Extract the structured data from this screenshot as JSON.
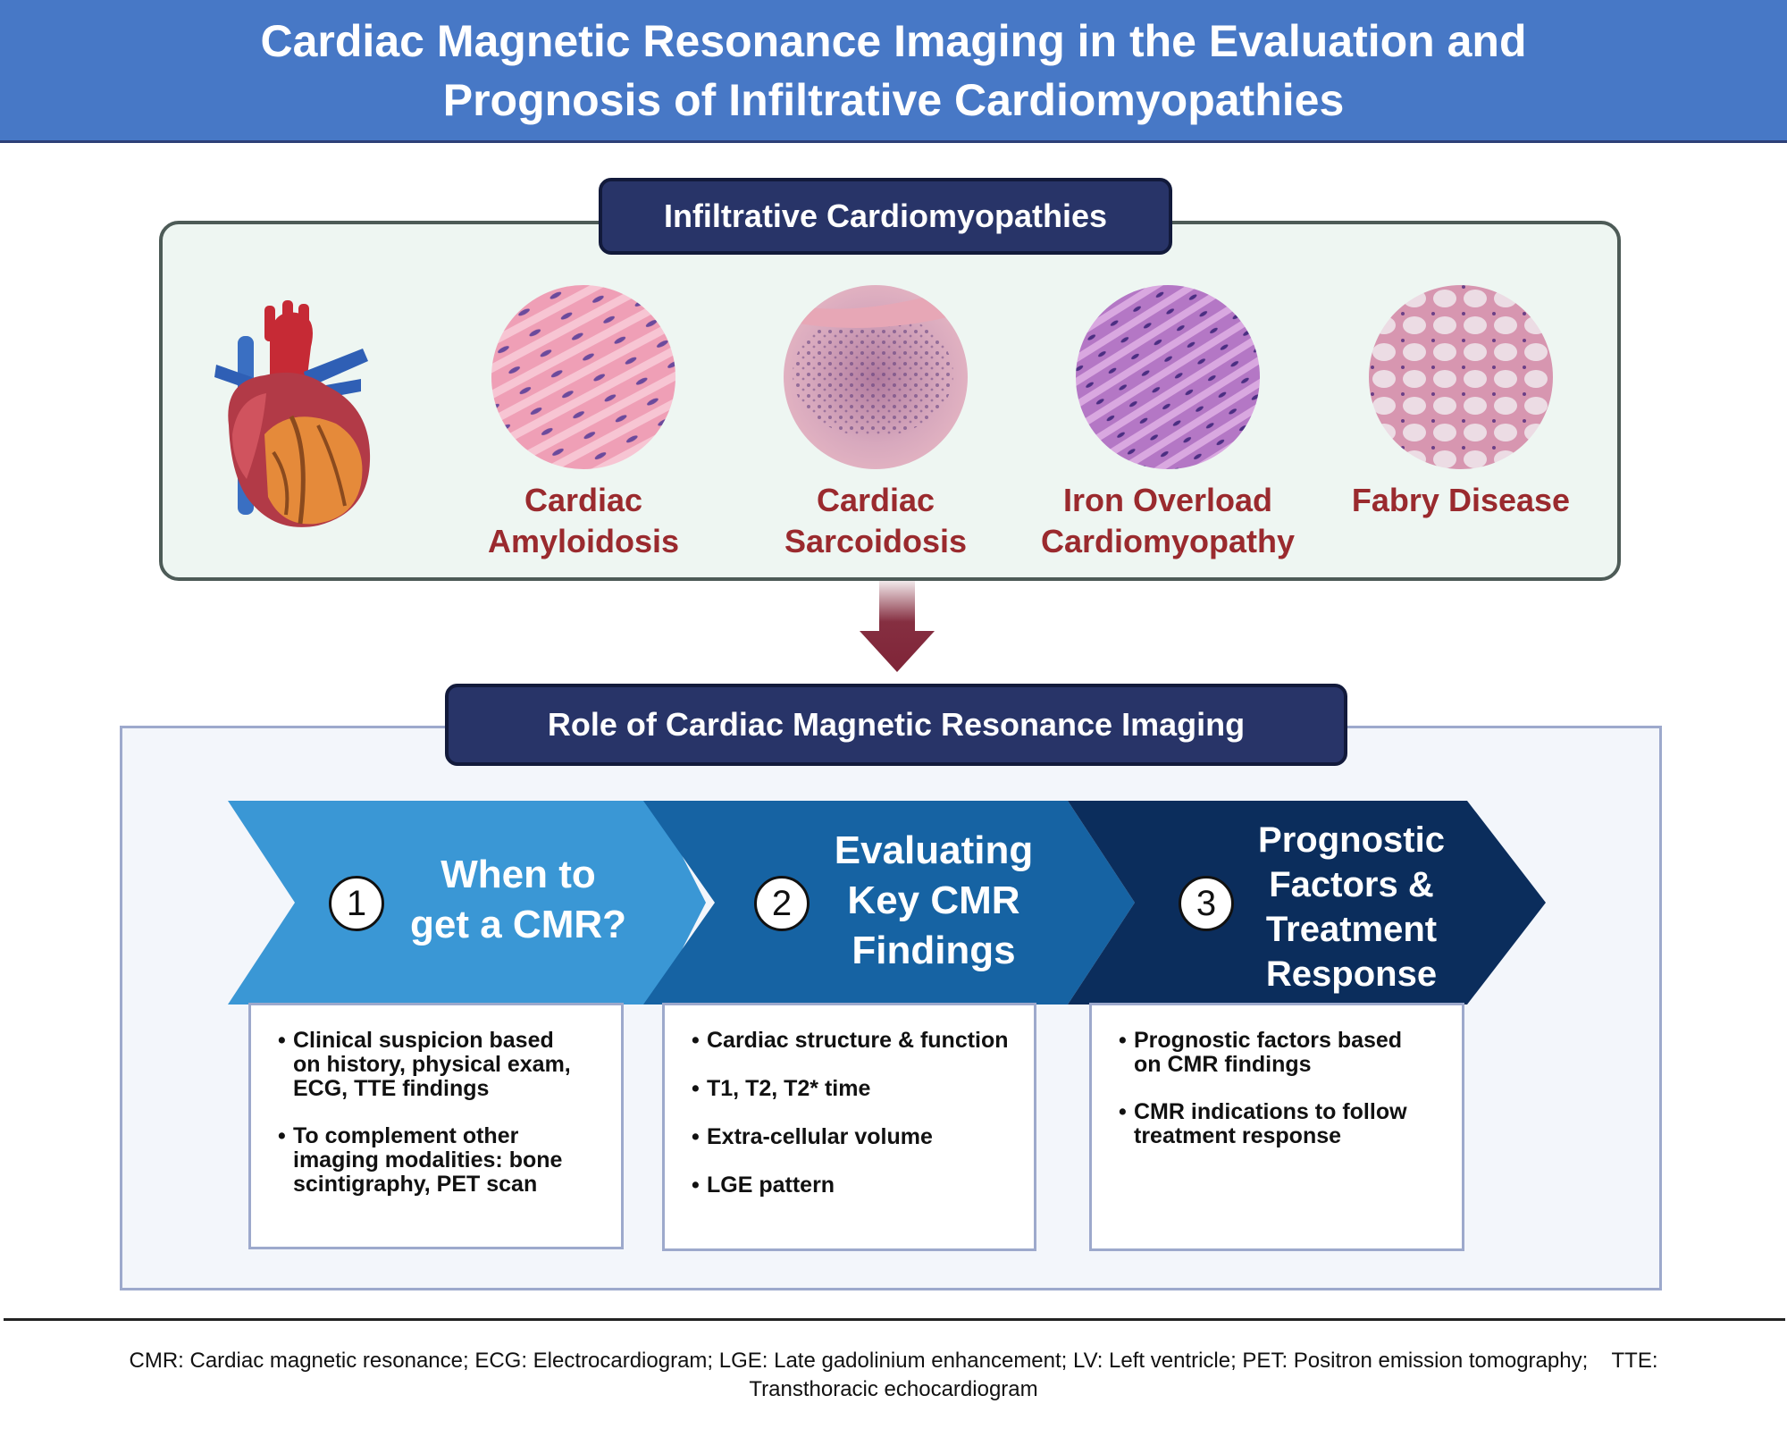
{
  "header": {
    "title_line1": "Cardiac Magnetic Resonance Imaging in the Evaluation and",
    "title_line2": "Prognosis of Infiltrative Cardiomyopathies"
  },
  "infiltrative": {
    "title": "Infiltrative Cardiomyopathies",
    "diseases": [
      {
        "line1": "Cardiac",
        "line2": "Amyloidosis",
        "icon": "histology-amyloid-icon"
      },
      {
        "line1": "Cardiac",
        "line2": "Sarcoidosis",
        "icon": "histology-sarcoid-icon"
      },
      {
        "line1": "Iron Overload",
        "line2": "Cardiomyopathy",
        "icon": "histology-iron-icon"
      },
      {
        "line1": "Fabry Disease",
        "line2": "",
        "icon": "histology-fabry-icon"
      }
    ]
  },
  "cmr": {
    "title": "Role of Cardiac Magnetic Resonance Imaging",
    "steps": [
      {
        "number": "1",
        "title_lines": [
          "When to",
          "get a CMR?"
        ],
        "color": "#3a97d5",
        "bullets": [
          [
            "Clinical suspicion based",
            "on history, physical exam,",
            "ECG, TTE findings"
          ],
          [
            "To complement other",
            "imaging modalities: bone",
            "scintigraphy, PET scan"
          ]
        ]
      },
      {
        "number": "2",
        "title_lines": [
          "Evaluating",
          "Key CMR",
          "Findings"
        ],
        "color": "#1663a3",
        "bullets": [
          [
            "Cardiac structure & function"
          ],
          [
            "T1, T2, T2* time"
          ],
          [
            "Extra-cellular volume"
          ],
          [
            "LGE pattern"
          ]
        ]
      },
      {
        "number": "3",
        "title_lines": [
          "Prognostic",
          "Factors &",
          "Treatment",
          "Response"
        ],
        "color": "#0b2d5c",
        "bullets": [
          [
            "Prognostic factors based",
            "on CMR findings"
          ],
          [
            "CMR indications to follow",
            "treatment response"
          ]
        ]
      }
    ]
  },
  "footnote": {
    "line1": "CMR: Cardiac magnetic resonance; ECG: Electrocardiogram; LGE: Late gadolinium enhancement; LV: Left ventricle; PET: Positron emission tomography;    TTE:",
    "line2": "Transthoracic echocardiogram"
  },
  "colors": {
    "header_bg": "#4778c6",
    "pill_bg": "#283468",
    "disease_label": "#9a2a2e",
    "arrow": "#7f2437"
  }
}
